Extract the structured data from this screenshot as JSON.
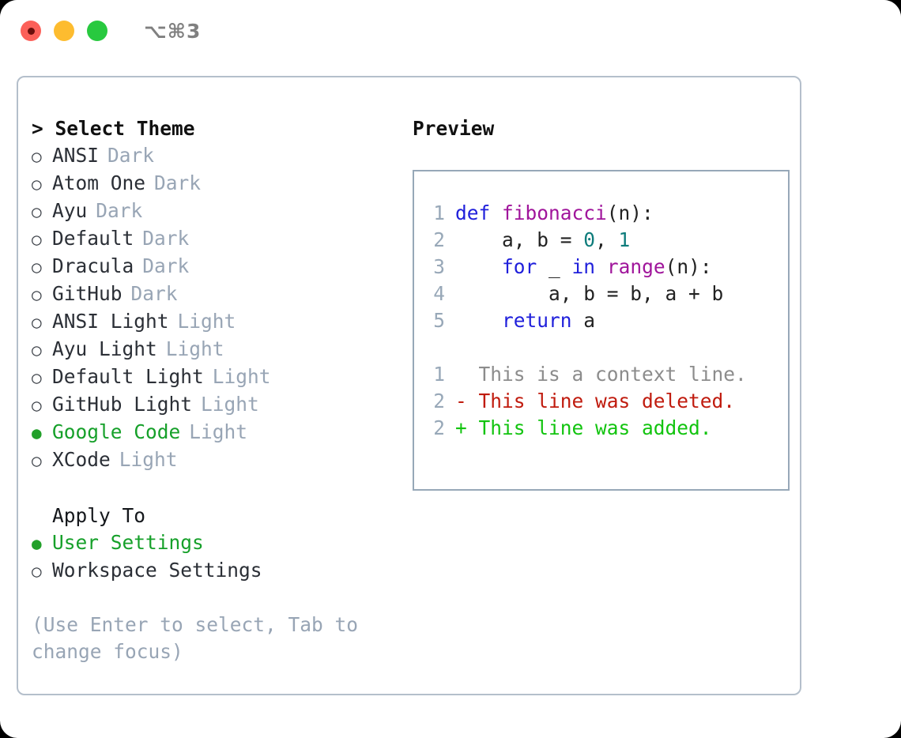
{
  "titlebar": {
    "shortcut": "⌥⌘3",
    "lights": [
      {
        "name": "close-button",
        "color": "#fc6059",
        "recording": true
      },
      {
        "name": "minimize-button",
        "color": "#fdbc2f",
        "recording": false
      },
      {
        "name": "maximize-button",
        "color": "#28c93f",
        "recording": false
      }
    ]
  },
  "theme_picker": {
    "header": "> Select Theme",
    "options": [
      {
        "marker": "○",
        "name": "ANSI",
        "kind": "Dark",
        "selected": false
      },
      {
        "marker": "○",
        "name": "Atom One",
        "kind": "Dark",
        "selected": false
      },
      {
        "marker": "○",
        "name": "Ayu",
        "kind": "Dark",
        "selected": false
      },
      {
        "marker": "○",
        "name": "Default",
        "kind": "Dark",
        "selected": false
      },
      {
        "marker": "○",
        "name": "Dracula",
        "kind": "Dark",
        "selected": false
      },
      {
        "marker": "○",
        "name": "GitHub",
        "kind": "Dark",
        "selected": false
      },
      {
        "marker": "○",
        "name": "ANSI Light",
        "kind": "Light",
        "selected": false
      },
      {
        "marker": "○",
        "name": "Ayu Light",
        "kind": "Light",
        "selected": false
      },
      {
        "marker": "○",
        "name": "Default Light",
        "kind": "Light",
        "selected": false
      },
      {
        "marker": "○",
        "name": "GitHub Light",
        "kind": "Light",
        "selected": false
      },
      {
        "marker": "●",
        "name": "Google Code",
        "kind": "Light",
        "selected": true
      },
      {
        "marker": "○",
        "name": "XCode",
        "kind": "Light",
        "selected": false
      }
    ]
  },
  "apply_to": {
    "header": "Apply To",
    "options": [
      {
        "marker": "●",
        "name": "User Settings",
        "selected": true
      },
      {
        "marker": "○",
        "name": "Workspace Settings",
        "selected": false
      }
    ]
  },
  "hint": "(Use Enter to select, Tab to change focus)",
  "preview": {
    "title": "Preview",
    "code_lines": [
      {
        "no": "1",
        "tokens": [
          {
            "t": "def ",
            "c": "kw"
          },
          {
            "t": "fibonacci",
            "c": "fn"
          },
          {
            "t": "(n):",
            "c": "plain"
          }
        ]
      },
      {
        "no": "2",
        "tokens": [
          {
            "t": "    a, b = ",
            "c": "plain"
          },
          {
            "t": "0",
            "c": "num"
          },
          {
            "t": ", ",
            "c": "plain"
          },
          {
            "t": "1",
            "c": "num"
          }
        ]
      },
      {
        "no": "3",
        "tokens": [
          {
            "t": "    ",
            "c": "plain"
          },
          {
            "t": "for",
            "c": "kw"
          },
          {
            "t": " _ ",
            "c": "plain"
          },
          {
            "t": "in",
            "c": "kw"
          },
          {
            "t": " ",
            "c": "plain"
          },
          {
            "t": "range",
            "c": "fn"
          },
          {
            "t": "(n):",
            "c": "plain"
          }
        ]
      },
      {
        "no": "4",
        "tokens": [
          {
            "t": "        a, b = b, a + b",
            "c": "plain"
          }
        ]
      },
      {
        "no": "5",
        "tokens": [
          {
            "t": "    ",
            "c": "plain"
          },
          {
            "t": "return",
            "c": "kw"
          },
          {
            "t": " a",
            "c": "plain"
          }
        ]
      }
    ],
    "diff_lines": [
      {
        "no": "1",
        "sign": " ",
        "text": "This is a context line.",
        "kind": "ctx"
      },
      {
        "no": "2",
        "sign": "-",
        "text": "This line was deleted.",
        "kind": "del"
      },
      {
        "no": "2",
        "sign": "+",
        "text": "This line was added.",
        "kind": "add"
      }
    ]
  },
  "colors": {
    "accent_green": "#22a02a",
    "muted_blue_gray": "#98a5b5",
    "panel_border": "#b4bfcb",
    "preview_border": "#97a8b8",
    "keyword_blue": "#1f1fdb",
    "function_magenta": "#a0159b",
    "number_teal": "#0e7c7b",
    "diff_deleted_red": "#c01b0e",
    "diff_added_green": "#12c40f"
  }
}
